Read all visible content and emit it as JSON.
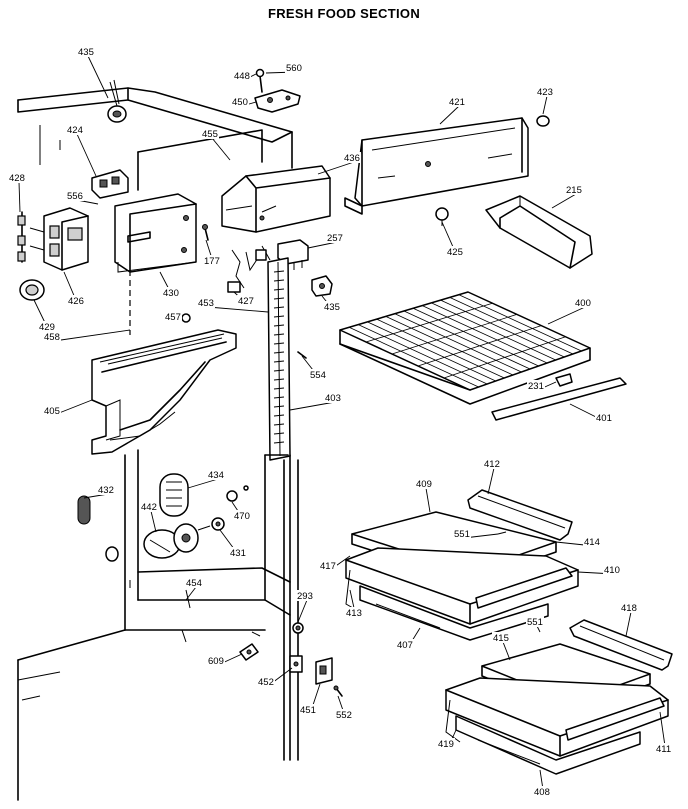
{
  "title": "FRESH FOOD SECTION",
  "parts": [
    {
      "id": "p435a",
      "label": "435"
    },
    {
      "id": "p448",
      "label": "448"
    },
    {
      "id": "p560",
      "label": "560"
    },
    {
      "id": "p450",
      "label": "450"
    },
    {
      "id": "p421",
      "label": "421"
    },
    {
      "id": "p423",
      "label": "423"
    },
    {
      "id": "p424",
      "label": "424"
    },
    {
      "id": "p455",
      "label": "455"
    },
    {
      "id": "p436",
      "label": "436"
    },
    {
      "id": "p428",
      "label": "428"
    },
    {
      "id": "p556",
      "label": "556"
    },
    {
      "id": "p215",
      "label": "215"
    },
    {
      "id": "p257",
      "label": "257"
    },
    {
      "id": "p425",
      "label": "425"
    },
    {
      "id": "p177",
      "label": "177"
    },
    {
      "id": "p426",
      "label": "426"
    },
    {
      "id": "p430",
      "label": "430"
    },
    {
      "id": "p427",
      "label": "427"
    },
    {
      "id": "p435b",
      "label": "435"
    },
    {
      "id": "p429",
      "label": "429"
    },
    {
      "id": "p453",
      "label": "453"
    },
    {
      "id": "p400",
      "label": "400"
    },
    {
      "id": "p458",
      "label": "458"
    },
    {
      "id": "p457",
      "label": "457"
    },
    {
      "id": "p554",
      "label": "554"
    },
    {
      "id": "p231",
      "label": "231"
    },
    {
      "id": "p405",
      "label": "405"
    },
    {
      "id": "p403",
      "label": "403"
    },
    {
      "id": "p401",
      "label": "401"
    },
    {
      "id": "p434",
      "label": "434"
    },
    {
      "id": "p412",
      "label": "412"
    },
    {
      "id": "p432",
      "label": "432"
    },
    {
      "id": "p409",
      "label": "409"
    },
    {
      "id": "p442",
      "label": "442"
    },
    {
      "id": "p470",
      "label": "470"
    },
    {
      "id": "p551a",
      "label": "551"
    },
    {
      "id": "p414",
      "label": "414"
    },
    {
      "id": "p431",
      "label": "431"
    },
    {
      "id": "p417",
      "label": "417"
    },
    {
      "id": "p410",
      "label": "410"
    },
    {
      "id": "p454",
      "label": "454"
    },
    {
      "id": "p413",
      "label": "413"
    },
    {
      "id": "p293",
      "label": "293"
    },
    {
      "id": "p407",
      "label": "407"
    },
    {
      "id": "p551b",
      "label": "551"
    },
    {
      "id": "p418",
      "label": "418"
    },
    {
      "id": "p415",
      "label": "415"
    },
    {
      "id": "p609",
      "label": "609"
    },
    {
      "id": "p452",
      "label": "452"
    },
    {
      "id": "p451",
      "label": "451"
    },
    {
      "id": "p552",
      "label": "552"
    },
    {
      "id": "p419",
      "label": "419"
    },
    {
      "id": "p411",
      "label": "411"
    },
    {
      "id": "p408",
      "label": "408"
    }
  ]
}
